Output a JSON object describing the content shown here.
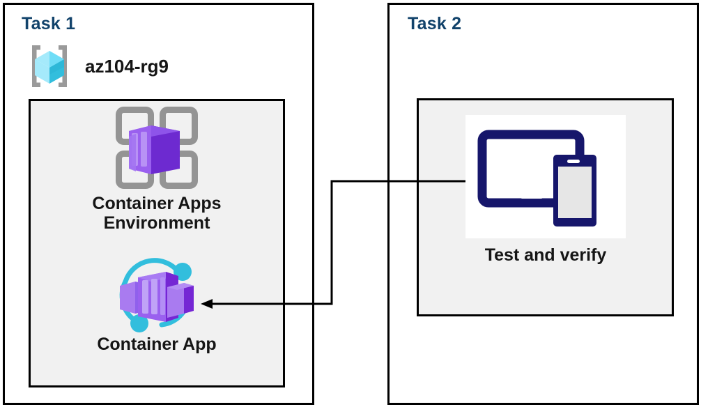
{
  "diagram": {
    "title": "Azure Container Apps task diagram",
    "background": "#ffffff",
    "accent_title_color": "#12436b",
    "panel_fill": "#f1f1f1",
    "border_color": "#000000"
  },
  "task1": {
    "title": "Task 1",
    "resource_group": {
      "label": "az104-rg9",
      "icon": "resource-group-icon",
      "icon_colors": {
        "cube_light": "#9fe7fb",
        "cube_mid": "#50d9f5",
        "cube_dark": "#2ab8dd",
        "brackets": "#9a9a9a"
      }
    },
    "nodes": [
      {
        "id": "container-apps-environment",
        "caption": "Container Apps\nEnvironment",
        "icon": "container-apps-environment-icon",
        "icon_colors": {
          "frame": "#949494",
          "box_light": "#b57ef0",
          "box_mid": "#9050e9",
          "box_dark": "#6d2ad0"
        }
      },
      {
        "id": "container-app",
        "caption": "Container App",
        "icon": "container-app-icon",
        "icon_colors": {
          "arc": "#32bedd",
          "box_light": "#b796f2",
          "box_mid": "#9a60ef",
          "box_dark": "#7526d4"
        }
      }
    ]
  },
  "task2": {
    "title": "Task 2",
    "nodes": [
      {
        "id": "test-and-verify",
        "caption": "Test and verify",
        "icon": "devices-test-icon",
        "icon_colors": {
          "device": "#16166b",
          "screen_fill": "#ffffff",
          "phone_screen": "#e6e6e6",
          "plate": "#ffffff"
        }
      }
    ]
  },
  "connector": {
    "id": "test-to-container-app-arrow",
    "direction": "right-to-left",
    "stroke": "#000000",
    "stroke_width": 3,
    "arrowhead": "left",
    "description": "Test and verify connects back to Container App"
  }
}
